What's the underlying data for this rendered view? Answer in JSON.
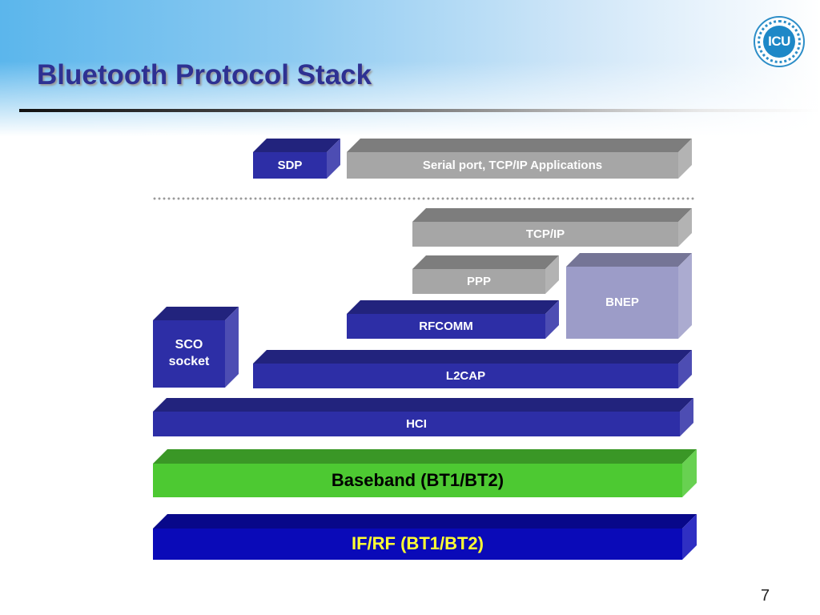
{
  "slide": {
    "title": "Bluetooth Protocol Stack",
    "page_number": "7",
    "logo": {
      "text": "ICU",
      "icon": "university-logo-icon"
    }
  },
  "layers": {
    "sdp": {
      "label": "SDP",
      "color": "#2d2ea6"
    },
    "apps": {
      "label": "Serial port, TCP/IP Applications",
      "color": "#a6a6a6"
    },
    "tcpip": {
      "label": "TCP/IP",
      "color": "#a6a6a6"
    },
    "ppp": {
      "label": "PPP",
      "color": "#a6a6a6"
    },
    "bnep": {
      "label": "BNEP",
      "color": "#9c9cc8"
    },
    "rfcomm": {
      "label": "RFCOMM",
      "color": "#2d2ea6"
    },
    "sco": {
      "label_line1": "SCO",
      "label_line2": "socket",
      "color": "#2d2ea6"
    },
    "l2cap": {
      "label": "L2CAP",
      "color": "#2d2ea6"
    },
    "hci": {
      "label": "HCI",
      "color": "#2d2ea6"
    },
    "baseband": {
      "label": "Baseband (BT1/BT2)",
      "color": "#4dc932",
      "text_color": "#000000"
    },
    "ifrf": {
      "label": "IF/RF (BT1/BT2)",
      "color": "#0a0ab8",
      "text_color": "#ffff33"
    }
  }
}
